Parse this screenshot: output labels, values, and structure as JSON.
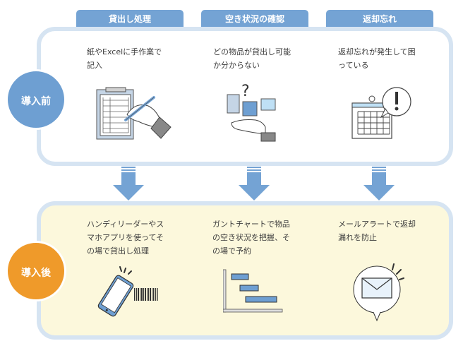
{
  "tabs": [
    {
      "label": "貸出し処理"
    },
    {
      "label": "空き状況の確認"
    },
    {
      "label": "返却忘れ"
    }
  ],
  "before": {
    "badge": "導入前",
    "items": [
      {
        "text_line1": "紙やExcelに手作業で",
        "text_line2": "記入",
        "icon": "clipboard-writing-icon"
      },
      {
        "text_line1": "どの物品が貸出し可能",
        "text_line2": "か分からない",
        "icon": "question-items-icon"
      },
      {
        "text_line1": "返却忘れが発生して困",
        "text_line2": "っている",
        "icon": "calendar-alert-icon"
      }
    ]
  },
  "after": {
    "badge": "導入後",
    "items": [
      {
        "text_line1": "ハンディリーダーやス",
        "text_line2": "マホアプリを使ってそ",
        "text_line3": "の場で貸出し処理",
        "icon": "smartphone-barcode-icon"
      },
      {
        "text_line1": "ガントチャートで物品",
        "text_line2": "の空き状況を把握、そ",
        "text_line3": "の場で予約",
        "icon": "gantt-chart-icon"
      },
      {
        "text_line1": "メールアラートで返却",
        "text_line2": "漏れを防止",
        "icon": "mail-alert-icon"
      }
    ]
  },
  "colors": {
    "tab_blue": "#74a3d4",
    "before_badge": "#6e9fd2",
    "after_badge": "#ef9a2a",
    "panel_border": "#d6e4f2",
    "after_fill": "#fcf8dc",
    "arrow": "#74a3d4"
  }
}
